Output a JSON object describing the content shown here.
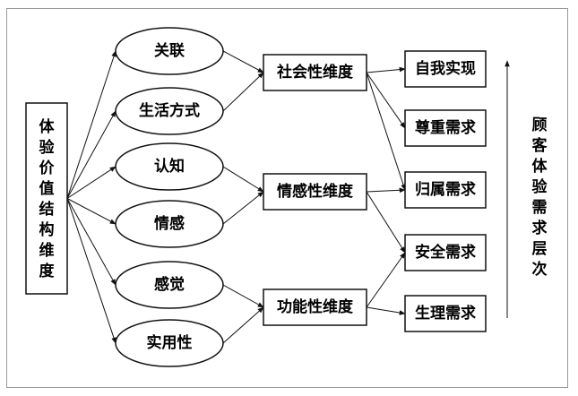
{
  "root": {
    "label": "体验价值结构维度"
  },
  "elements": [
    {
      "id": "e1",
      "label": "关联"
    },
    {
      "id": "e2",
      "label": "生活方式"
    },
    {
      "id": "e3",
      "label": "认知"
    },
    {
      "id": "e4",
      "label": "情感"
    },
    {
      "id": "e5",
      "label": "感觉"
    },
    {
      "id": "e6",
      "label": "实用性"
    }
  ],
  "dimensions": [
    {
      "id": "d1",
      "label": "社会性维度"
    },
    {
      "id": "d2",
      "label": "情感性维度"
    },
    {
      "id": "d3",
      "label": "功能性维度"
    }
  ],
  "needs": [
    {
      "id": "n1",
      "label": "自我实现"
    },
    {
      "id": "n2",
      "label": "尊重需求"
    },
    {
      "id": "n3",
      "label": "归属需求"
    },
    {
      "id": "n4",
      "label": "安全需求"
    },
    {
      "id": "n5",
      "label": "生理需求"
    }
  ],
  "side_label": {
    "label": "顾客体验需求层次"
  },
  "edges": [
    [
      "root",
      "e1"
    ],
    [
      "root",
      "e2"
    ],
    [
      "root",
      "e3"
    ],
    [
      "root",
      "e4"
    ],
    [
      "root",
      "e5"
    ],
    [
      "root",
      "e6"
    ],
    [
      "e1",
      "d1"
    ],
    [
      "e2",
      "d1"
    ],
    [
      "e3",
      "d2"
    ],
    [
      "e4",
      "d2"
    ],
    [
      "e5",
      "d3"
    ],
    [
      "e6",
      "d3"
    ],
    [
      "d1",
      "n1"
    ],
    [
      "d1",
      "n2"
    ],
    [
      "d1",
      "n3"
    ],
    [
      "d2",
      "n3"
    ],
    [
      "d2",
      "n4"
    ],
    [
      "d3",
      "n4"
    ],
    [
      "d3",
      "n5"
    ]
  ]
}
